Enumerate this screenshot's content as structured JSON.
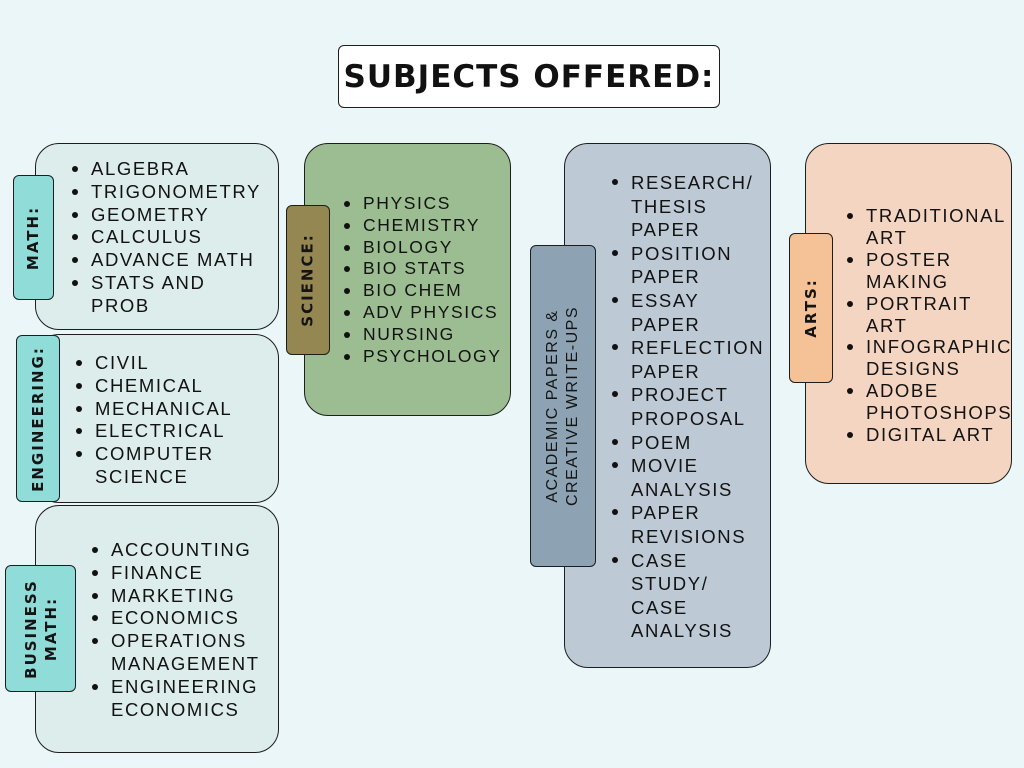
{
  "title": "SUBJECTS OFFERED:",
  "colors": {
    "background": "#eaf6f7",
    "math_box": "#dcedec",
    "teal_tag": "#8fdcd9",
    "science_box": "#9cbc91",
    "science_tag": "#958752",
    "academic_box": "#bdc9d4",
    "academic_tag": "#8da3b3",
    "arts_box": "#f4d5c2",
    "arts_tag": "#f5c196"
  },
  "categories": {
    "math": {
      "label": "MATH:",
      "items": [
        "ALGEBRA",
        "TRIGONOMETRY",
        "GEOMETRY",
        "CALCULUS",
        "ADVANCE MATH",
        "STATS AND PROB"
      ]
    },
    "engineering": {
      "label": "ENGINEERING:",
      "items": [
        "CIVIL",
        "CHEMICAL",
        "MECHANICAL",
        "ELECTRICAL",
        "COMPUTER SCIENCE"
      ]
    },
    "business": {
      "label_line1": "BUSINESS",
      "label_line2": "MATH:",
      "items": [
        "ACCOUNTING",
        "FINANCE",
        "MARKETING",
        "ECONOMICS",
        "OPERATIONS MANAGEMENT",
        "ENGINEERING ECONOMICS"
      ]
    },
    "science": {
      "label": "SCIENCE:",
      "items": [
        "PHYSICS",
        "CHEMISTRY",
        "BIOLOGY",
        "BIO STATS",
        "BIO CHEM",
        "ADV PHYSICS",
        "NURSING",
        "PSYCHOLOGY"
      ]
    },
    "academic": {
      "label_line1": "ACADEMIC PAPERS &",
      "label_line2": "CREATIVE WRITE-UPS",
      "items": [
        "RESEARCH/ THESIS PAPER",
        "POSITION PAPER",
        "ESSAY PAPER",
        "REFLECTION PAPER",
        "PROJECT PROPOSAL",
        "POEM",
        "MOVIE ANALYSIS",
        "PAPER REVISIONS",
        "CASE STUDY/ CASE ANALYSIS"
      ]
    },
    "arts": {
      "label": "ARTS:",
      "items": [
        "TRADITIONAL ART",
        "POSTER MAKING",
        "PORTRAIT ART",
        "INFOGRAPHIC DESIGNS",
        "ADOBE PHOTOSHOPS",
        "DIGITAL ART"
      ]
    }
  }
}
